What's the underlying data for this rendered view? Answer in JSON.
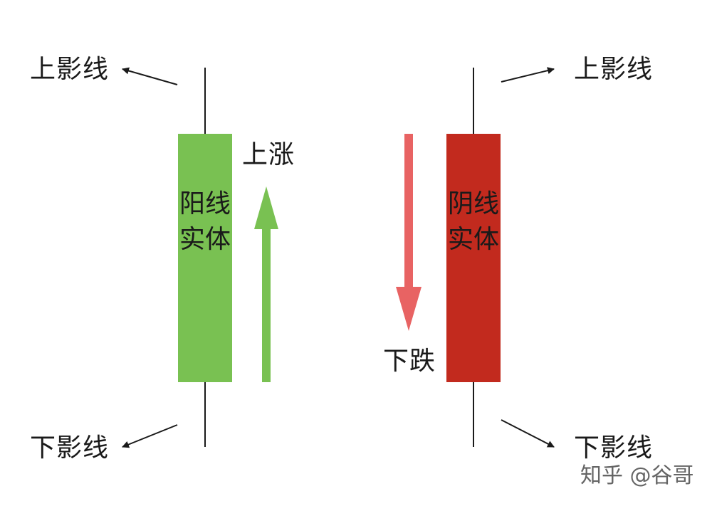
{
  "colors": {
    "bullish_body": "#79c152",
    "bearish_body": "#c22a1e",
    "up_arrow": "#79c152",
    "down_arrow": "#e86363",
    "line": "#1a1a1a"
  },
  "bullish": {
    "upper_shadow_label": "上影线",
    "lower_shadow_label": "下影线",
    "body_label": "阳线实体",
    "trend_label": "上涨"
  },
  "bearish": {
    "upper_shadow_label": "上影线",
    "lower_shadow_label": "下影线",
    "body_label": "阴线实体",
    "trend_label": "下跌"
  },
  "watermark": "知乎 @谷哥"
}
